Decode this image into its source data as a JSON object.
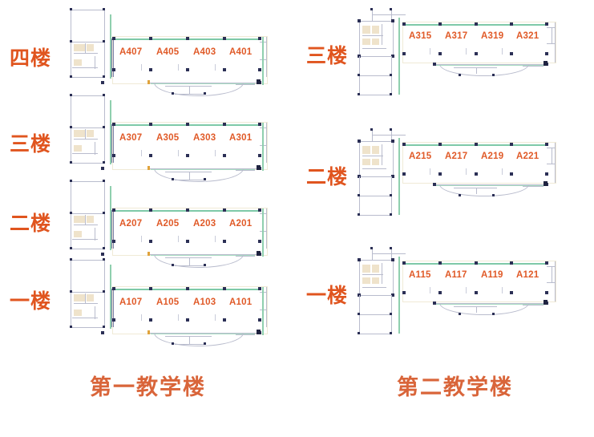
{
  "page": {
    "background_color": "#ffffff",
    "label_color": "#E0551F",
    "room_label_color": "#E05A28",
    "caption_color": "#D9653A",
    "wall_color": "#9b9fb5",
    "column_color": "#2b2f55",
    "window_color": "#7ec9a8"
  },
  "buildings": [
    {
      "id": "building-1",
      "caption": "第一教学楼",
      "floors": [
        {
          "label": "四楼",
          "rooms": [
            "A407",
            "A405",
            "A403",
            "A401"
          ]
        },
        {
          "label": "三楼",
          "rooms": [
            "A307",
            "A305",
            "A303",
            "A301"
          ]
        },
        {
          "label": "二楼",
          "rooms": [
            "A207",
            "A205",
            "A203",
            "A201"
          ]
        },
        {
          "label": "一楼",
          "rooms": [
            "A107",
            "A105",
            "A103",
            "A101"
          ]
        }
      ]
    },
    {
      "id": "building-2",
      "caption": "第二教学楼",
      "floors": [
        {
          "label": "三楼",
          "rooms": [
            "A315",
            "A317",
            "A319",
            "A321"
          ]
        },
        {
          "label": "二楼",
          "rooms": [
            "A215",
            "A217",
            "A219",
            "A221"
          ]
        },
        {
          "label": "一楼",
          "rooms": [
            "A115",
            "A117",
            "A119",
            "A121"
          ]
        }
      ]
    }
  ]
}
